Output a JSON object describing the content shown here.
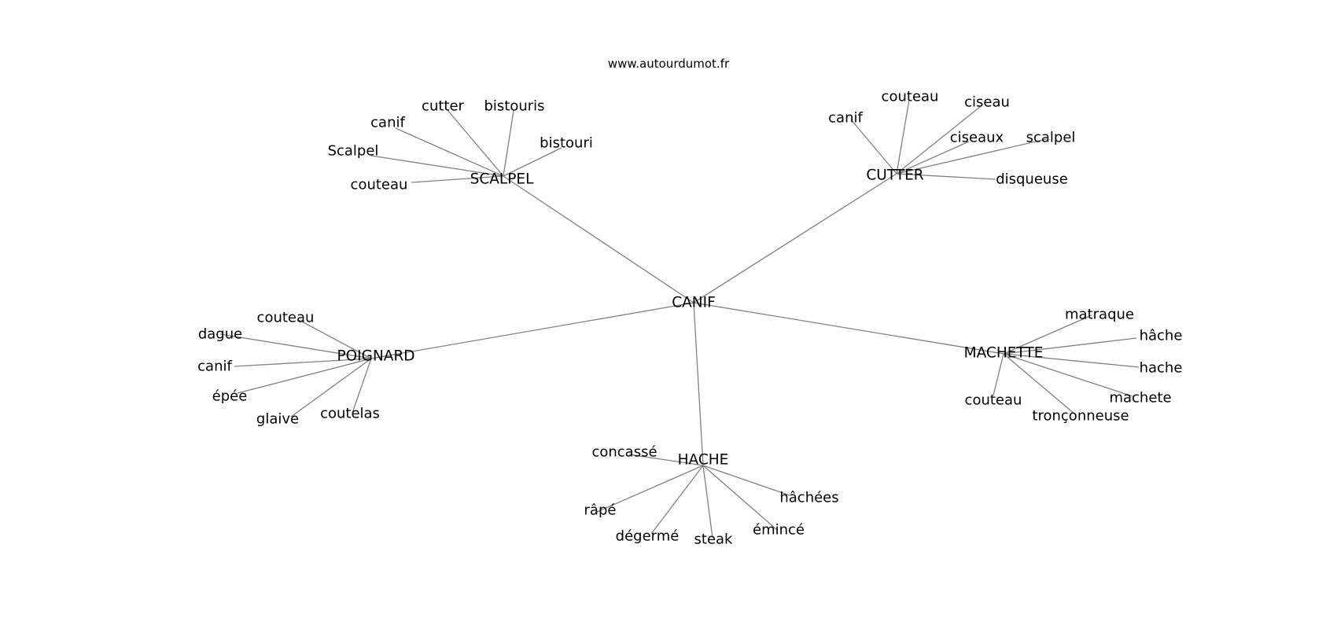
{
  "source_label": "www.autourdumot.fr",
  "edge_color": "#808080",
  "graph": {
    "center": "CANIF",
    "clusters": [
      {
        "label": "SCALPEL",
        "words": [
          "couteau",
          "Scalpel",
          "canif",
          "cutter",
          "bistouris",
          "bistouri"
        ]
      },
      {
        "label": "CUTTER",
        "words": [
          "canif",
          "couteau",
          "ciseau",
          "ciseaux",
          "scalpel",
          "disqueuse"
        ]
      },
      {
        "label": "POIGNARD",
        "words": [
          "couteau",
          "dague",
          "canif",
          "épée",
          "glaive",
          "coutelas"
        ]
      },
      {
        "label": "MACHETTE",
        "words": [
          "matraque",
          "hâche",
          "hache",
          "machete",
          "tronçonneuse",
          "couteau"
        ]
      },
      {
        "label": "HACHE",
        "words": [
          "concassé",
          "râpé",
          "dégermé",
          "steak",
          "émincé",
          "hâchées"
        ]
      }
    ]
  }
}
